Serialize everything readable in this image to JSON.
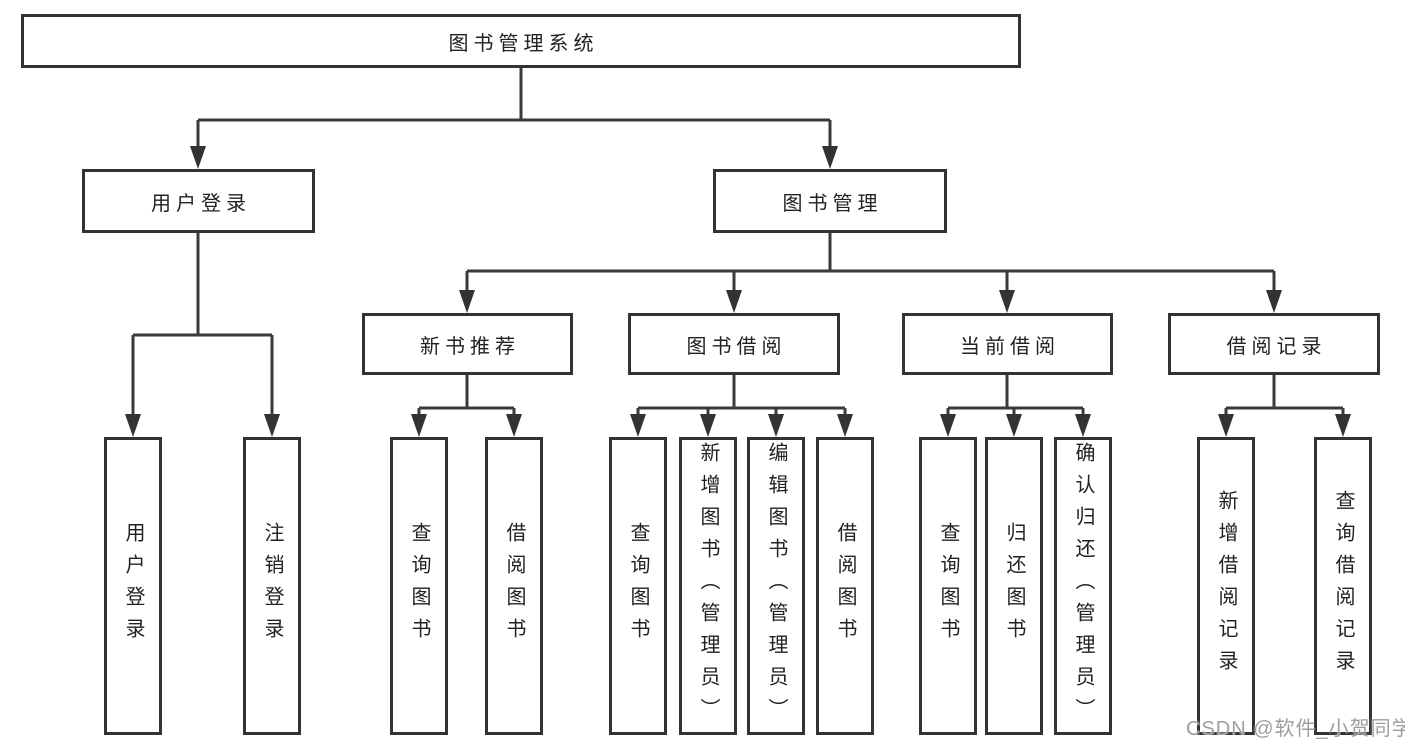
{
  "watermark": {
    "text": "CSDN @软件_小贺同学"
  },
  "colors": {
    "line": "#3a3a3a",
    "border": "#333333",
    "text": "#222222",
    "watermark": "#9e9e9e",
    "background": "#ffffff"
  },
  "tree": {
    "root": {
      "label": "图书管理系统",
      "children": [
        {
          "label": "用户登录",
          "children": [
            {
              "label": "用户登录"
            },
            {
              "label": "注销登录"
            }
          ]
        },
        {
          "label": "图书管理",
          "children": [
            {
              "label": "新书推荐",
              "children": [
                {
                  "label": "查询图书"
                },
                {
                  "label": "借阅图书"
                }
              ]
            },
            {
              "label": "图书借阅",
              "children": [
                {
                  "label": "查询图书"
                },
                {
                  "label": "新增图书（管理员）"
                },
                {
                  "label": "编辑图书（管理员）"
                },
                {
                  "label": "借阅图书"
                }
              ]
            },
            {
              "label": "当前借阅",
              "children": [
                {
                  "label": "查询图书"
                },
                {
                  "label": "归还图书"
                },
                {
                  "label": "确认归还（管理员）"
                }
              ]
            },
            {
              "label": "借阅记录",
              "children": [
                {
                  "label": "新增借阅记录"
                },
                {
                  "label": "查询借阅记录"
                }
              ]
            }
          ]
        }
      ]
    }
  }
}
